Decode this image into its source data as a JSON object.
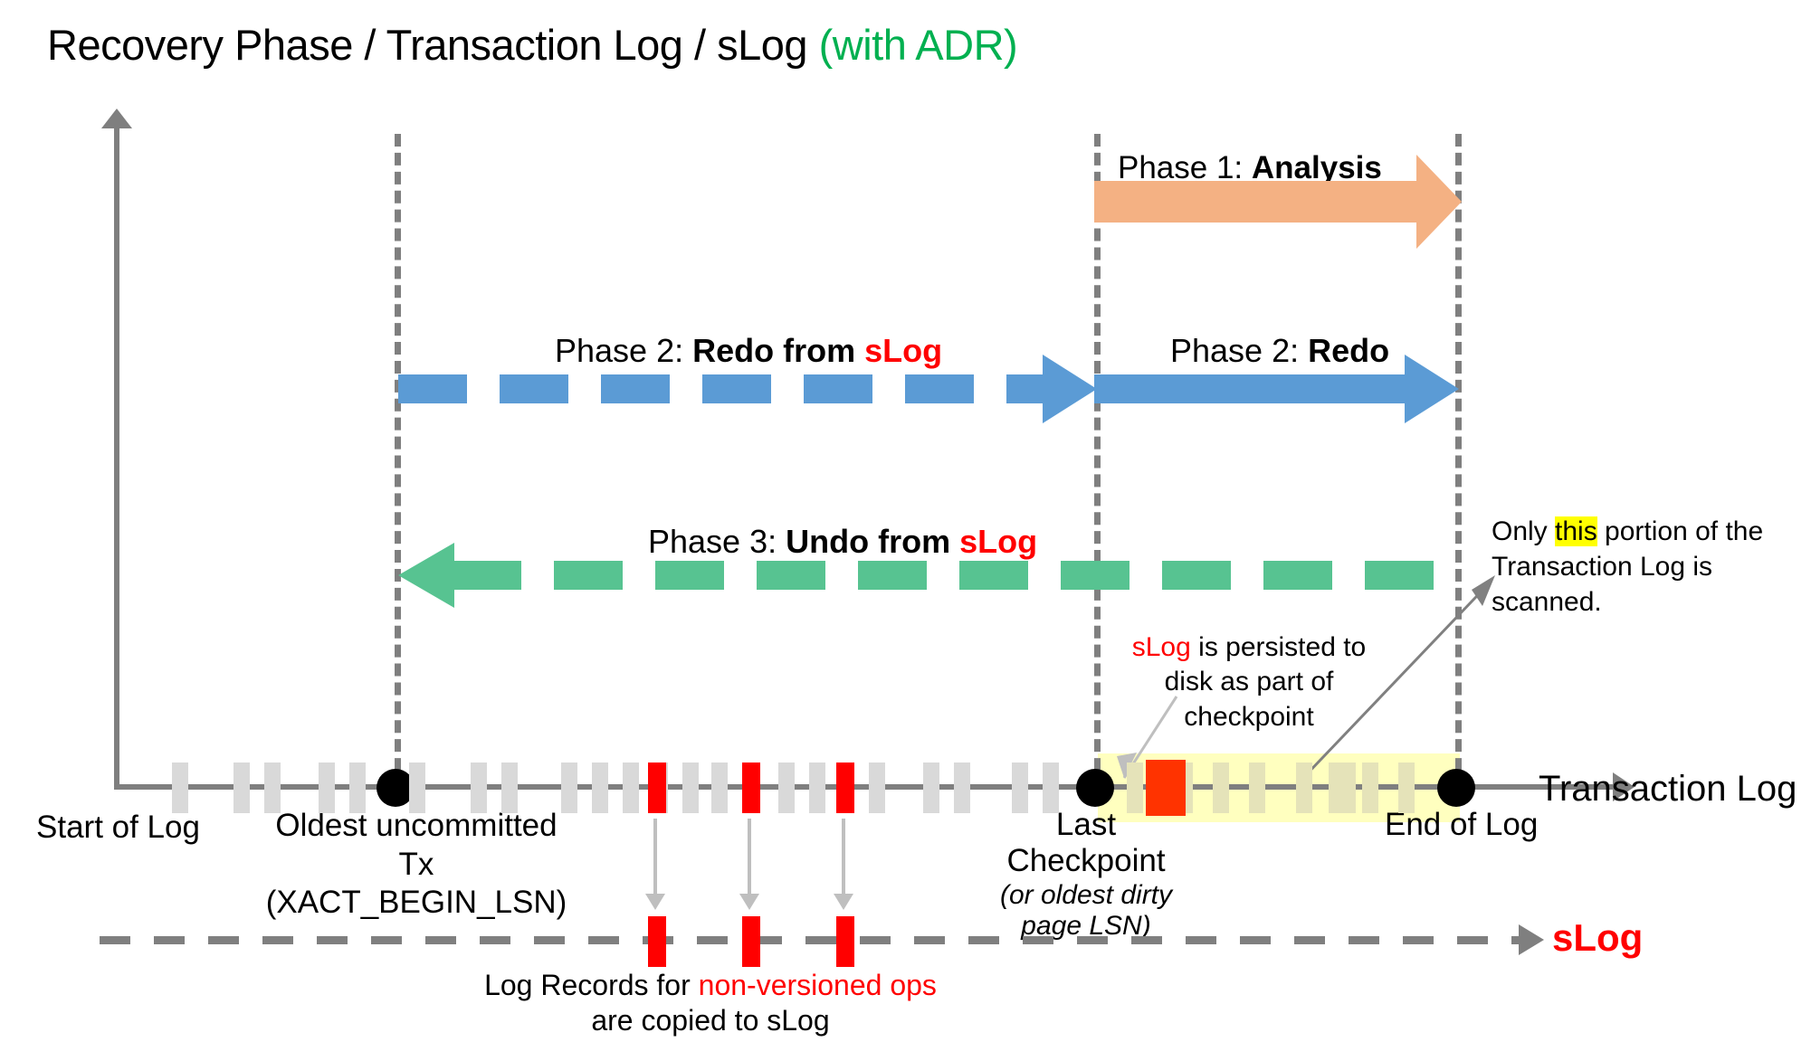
{
  "title": {
    "main": "Recovery Phase / Transaction Log / sLog ",
    "suffix": "(with ADR)"
  },
  "colors": {
    "analysis": "#f4b183",
    "redo": "#5b9bd5",
    "undo": "#57c391",
    "slog_red": "#ff0000",
    "adr_green": "#00b050",
    "axis_gray": "#7f7f7f",
    "log_record": "#d9d9d9",
    "scan_highlight": "#ffffbf",
    "this_highlight": "#ffff00"
  },
  "phases": [
    {
      "id": "phase-1",
      "prefix": "Phase 1: ",
      "name": "Analysis",
      "style": "solid",
      "direction": "right",
      "color": "#f4b183",
      "from": "Last Checkpoint",
      "to": "End of Log"
    },
    {
      "id": "phase-2-slog",
      "prefix": "Phase 2: ",
      "name": "Redo from ",
      "name_accent": "sLog",
      "style": "dashed",
      "direction": "right",
      "color": "#5b9bd5",
      "from": "Oldest uncommitted Tx",
      "to": "Last Checkpoint"
    },
    {
      "id": "phase-2-redo",
      "prefix": "Phase 2: ",
      "name": "Redo",
      "style": "solid",
      "direction": "right",
      "color": "#5b9bd5",
      "from": "Last Checkpoint",
      "to": "End of Log"
    },
    {
      "id": "phase-3-undo",
      "prefix": "Phase 3: ",
      "name": "Undo from ",
      "name_accent": "sLog",
      "style": "dashed",
      "direction": "left",
      "color": "#57c391",
      "from": "End of Log",
      "to": "Oldest uncommitted Tx"
    }
  ],
  "timeline": {
    "axis_label": "Transaction Log",
    "markers": [
      {
        "id": "start-of-log",
        "label": "Start of Log",
        "sublabel": ""
      },
      {
        "id": "oldest-uncommitted-tx",
        "label": "Oldest uncommitted Tx",
        "sublabel": "(XACT_BEGIN_LSN)"
      },
      {
        "id": "last-checkpoint",
        "label": "Last Checkpoint",
        "sublabel": "(or oldest dirty page LSN)"
      },
      {
        "id": "end-of-log",
        "label": "End of Log",
        "sublabel": ""
      }
    ]
  },
  "slog": {
    "axis_label": "sLog",
    "caption_prefix": "Log Records for ",
    "caption_accent": "non-versioned ops",
    "caption_suffix": "are copied to sLog"
  },
  "annotations": [
    {
      "id": "slog-persisted-note",
      "accent": "sLog",
      "rest_line1": " is persisted to",
      "line2": "disk as part of",
      "line3": "checkpoint"
    },
    {
      "id": "scanned-portion-note",
      "pre": "Only ",
      "highlight": "this",
      "post": " portion of the",
      "line2": "Transaction Log is scanned."
    }
  ]
}
